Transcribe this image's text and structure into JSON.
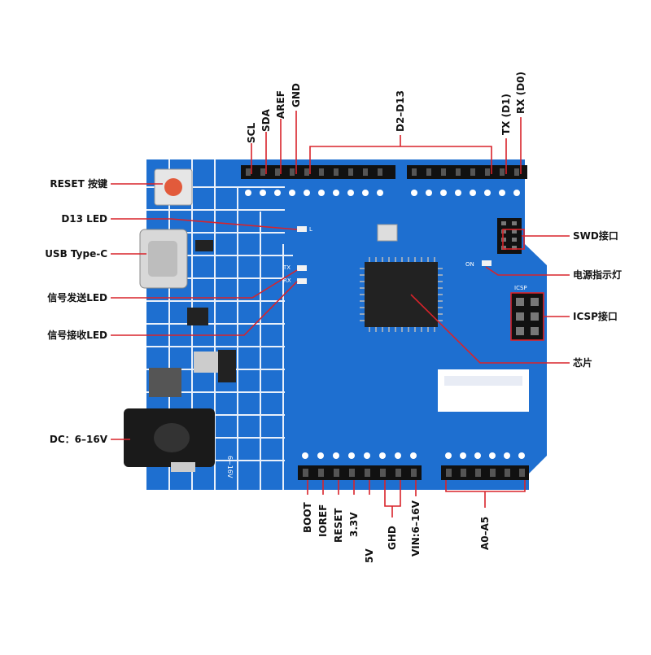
{
  "left_labels": {
    "reset": "RESET 按键",
    "d13": "D13 LED",
    "usb": "USB Type-C",
    "tx_led": "信号发送LED",
    "rx_led": "信号接收LED",
    "dc": "DC：6–16V"
  },
  "right_labels": {
    "swd": "SWD接口",
    "power_led": "电源指示灯",
    "icsp": "ICSP接口",
    "chip": "芯片"
  },
  "top_labels": {
    "scl": "SCL",
    "sda": "SDA",
    "aref": "AREF",
    "gnd": "GND",
    "d2_d13": "D2–D13",
    "tx": "TX (D1)",
    "rx": "RX (D0)"
  },
  "bottom_labels": {
    "boot": "BOOT",
    "ioref": "IOREF",
    "reset": "RESET",
    "v33": "3.3V",
    "v5": "5V",
    "gnd": "GHD",
    "vin": "VIN:6–16V",
    "a0_a5": "A0–A5"
  },
  "board_silk": {
    "tx": "TX",
    "rx": "RX",
    "l": "L",
    "on": "ON",
    "icsp": "ICSP",
    "side_power": "6~16V"
  },
  "colors": {
    "board": "#1e6fd0",
    "board_dark": "#1a5fb8",
    "grid": "#ffffff",
    "leader": "#d9232a",
    "header": "#111111",
    "chip": "#222222"
  }
}
